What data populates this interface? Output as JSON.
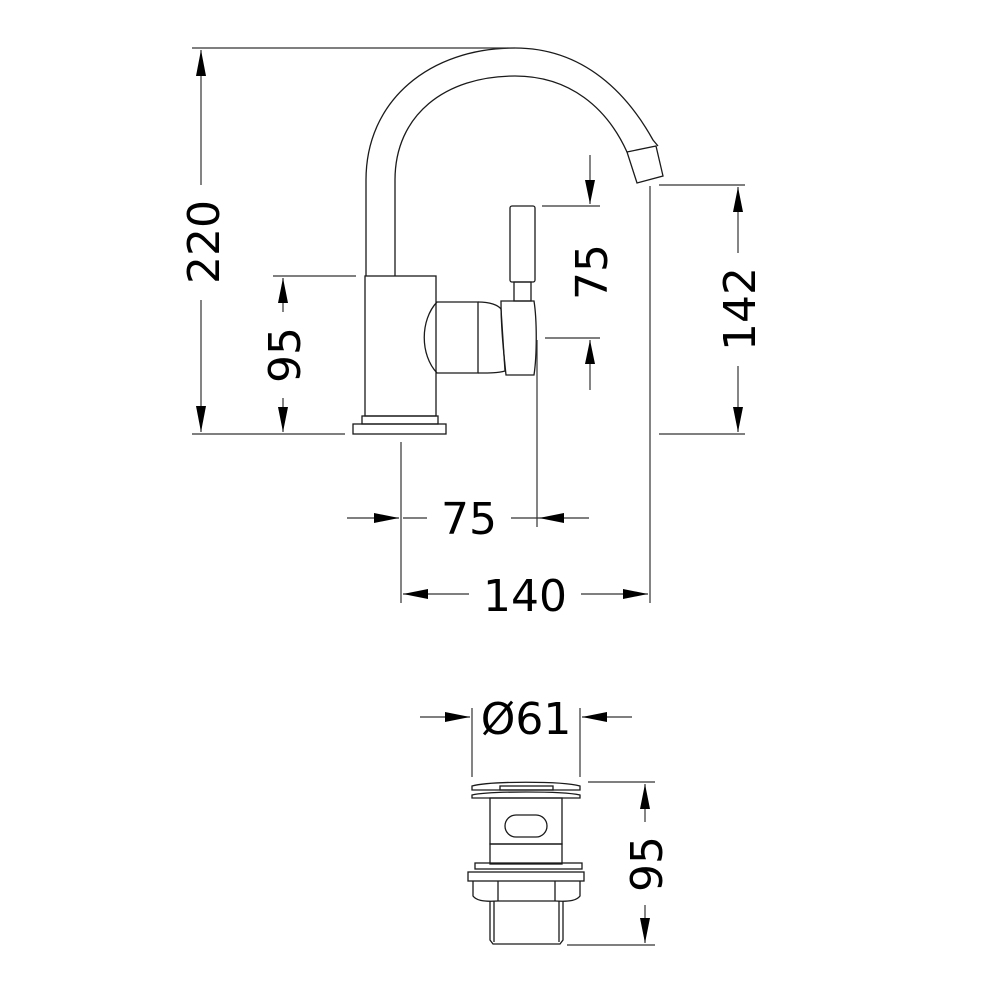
{
  "drawing": {
    "title": "Basin mixer tap and click-clack waste — technical dimension drawing",
    "units": "mm",
    "stroke_color": "#1a1a1a",
    "background": "#ffffff"
  },
  "tap": {
    "dimensions": {
      "overall_height": "220",
      "body_height": "95",
      "handle_height": "75",
      "spout_outlet_height": "142",
      "handle_reach": "75",
      "spout_reach": "140"
    }
  },
  "waste": {
    "dimensions": {
      "diameter": "Ø61",
      "height": "95"
    }
  }
}
